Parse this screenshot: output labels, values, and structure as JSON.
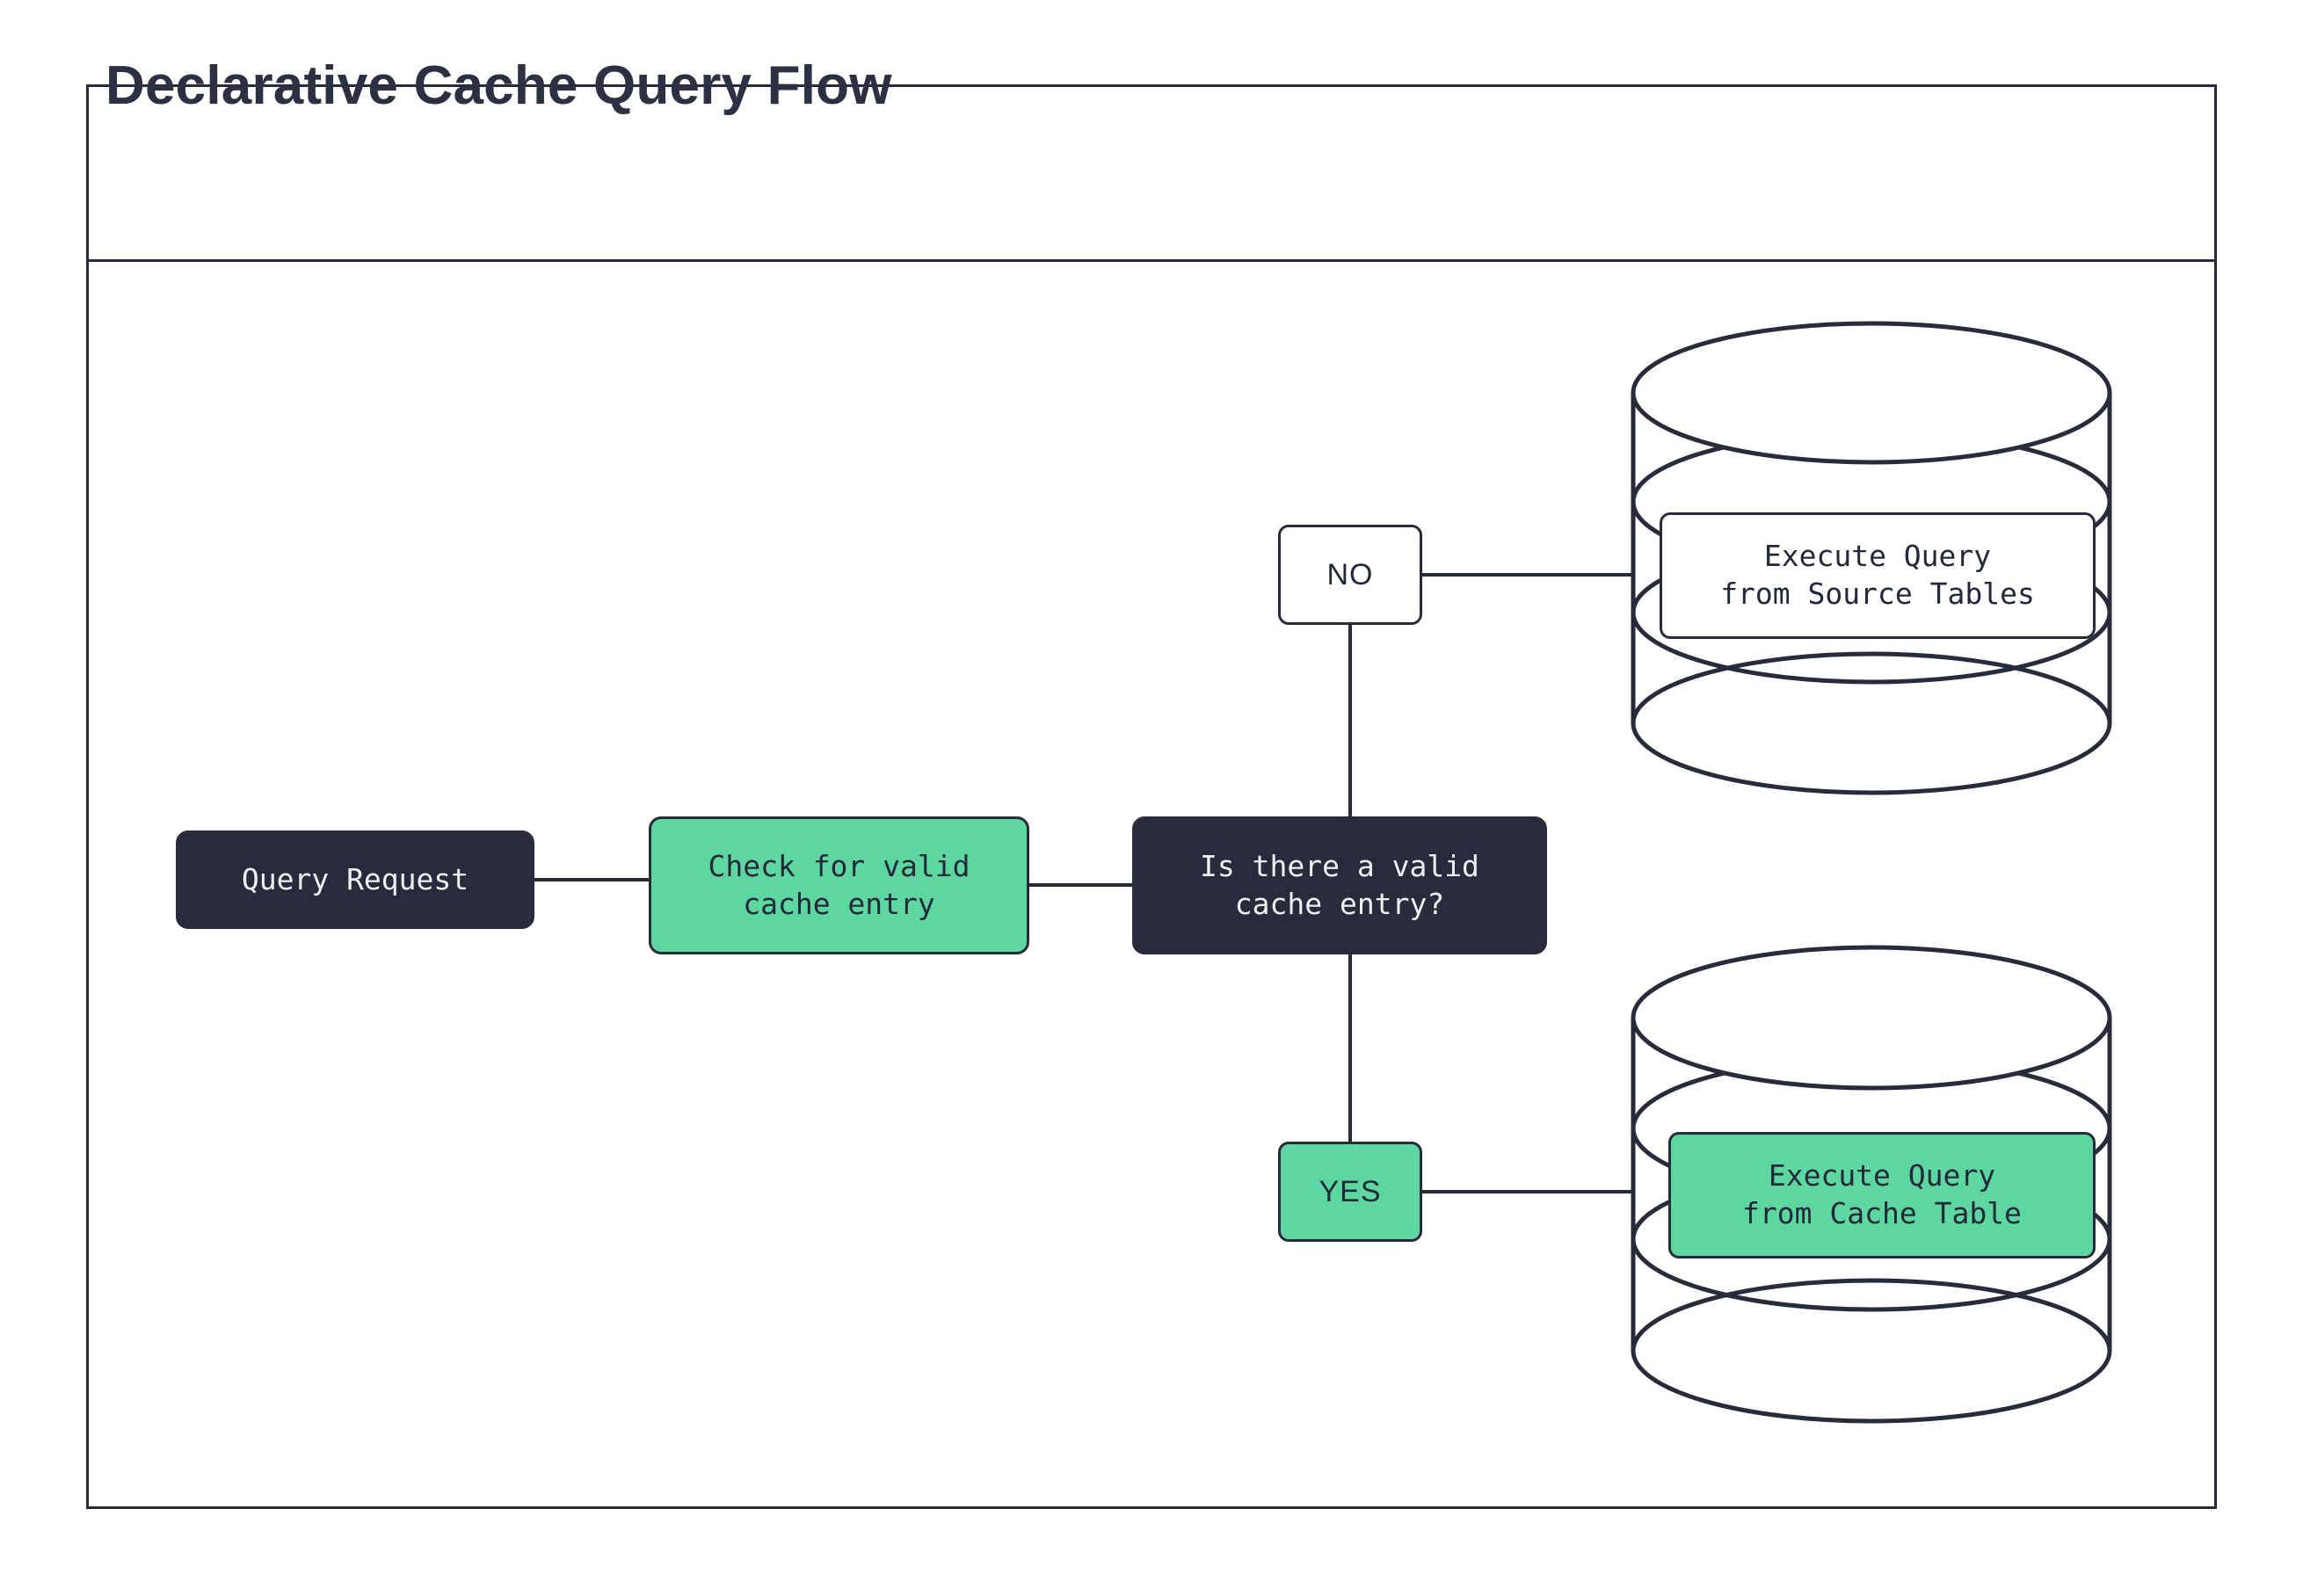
{
  "diagram": {
    "title": "Declarative Cache Query Flow",
    "colors": {
      "ink": "#272b3b",
      "accent_green": "#5dd79f",
      "dark_fill": "#272b3b",
      "light_fill": "#ffffff",
      "page_background": "#ffffff"
    },
    "nodes": {
      "query_request": "Query Request",
      "check_cache": "Check for valid\ncache entry",
      "decision": "Is there a valid\ncache entry?",
      "branch_no": "NO",
      "branch_yes": "YES",
      "source_db_label": "Execute Query\nfrom Source Tables",
      "cache_db_label": "Execute Query\nfrom Cache Table"
    },
    "edges": [
      {
        "from": "Query Request",
        "to": "Check for valid cache entry",
        "label": ""
      },
      {
        "from": "Check for valid cache entry",
        "to": "Is there a valid cache entry?",
        "label": ""
      },
      {
        "from": "Is there a valid cache entry?",
        "to": "Execute Query from Source Tables",
        "label": "NO"
      },
      {
        "from": "Is there a valid cache entry?",
        "to": "Execute Query from Cache Table",
        "label": "YES"
      }
    ],
    "shapes": {
      "source_database": "database-cylinder",
      "cache_database": "database-cylinder"
    }
  }
}
